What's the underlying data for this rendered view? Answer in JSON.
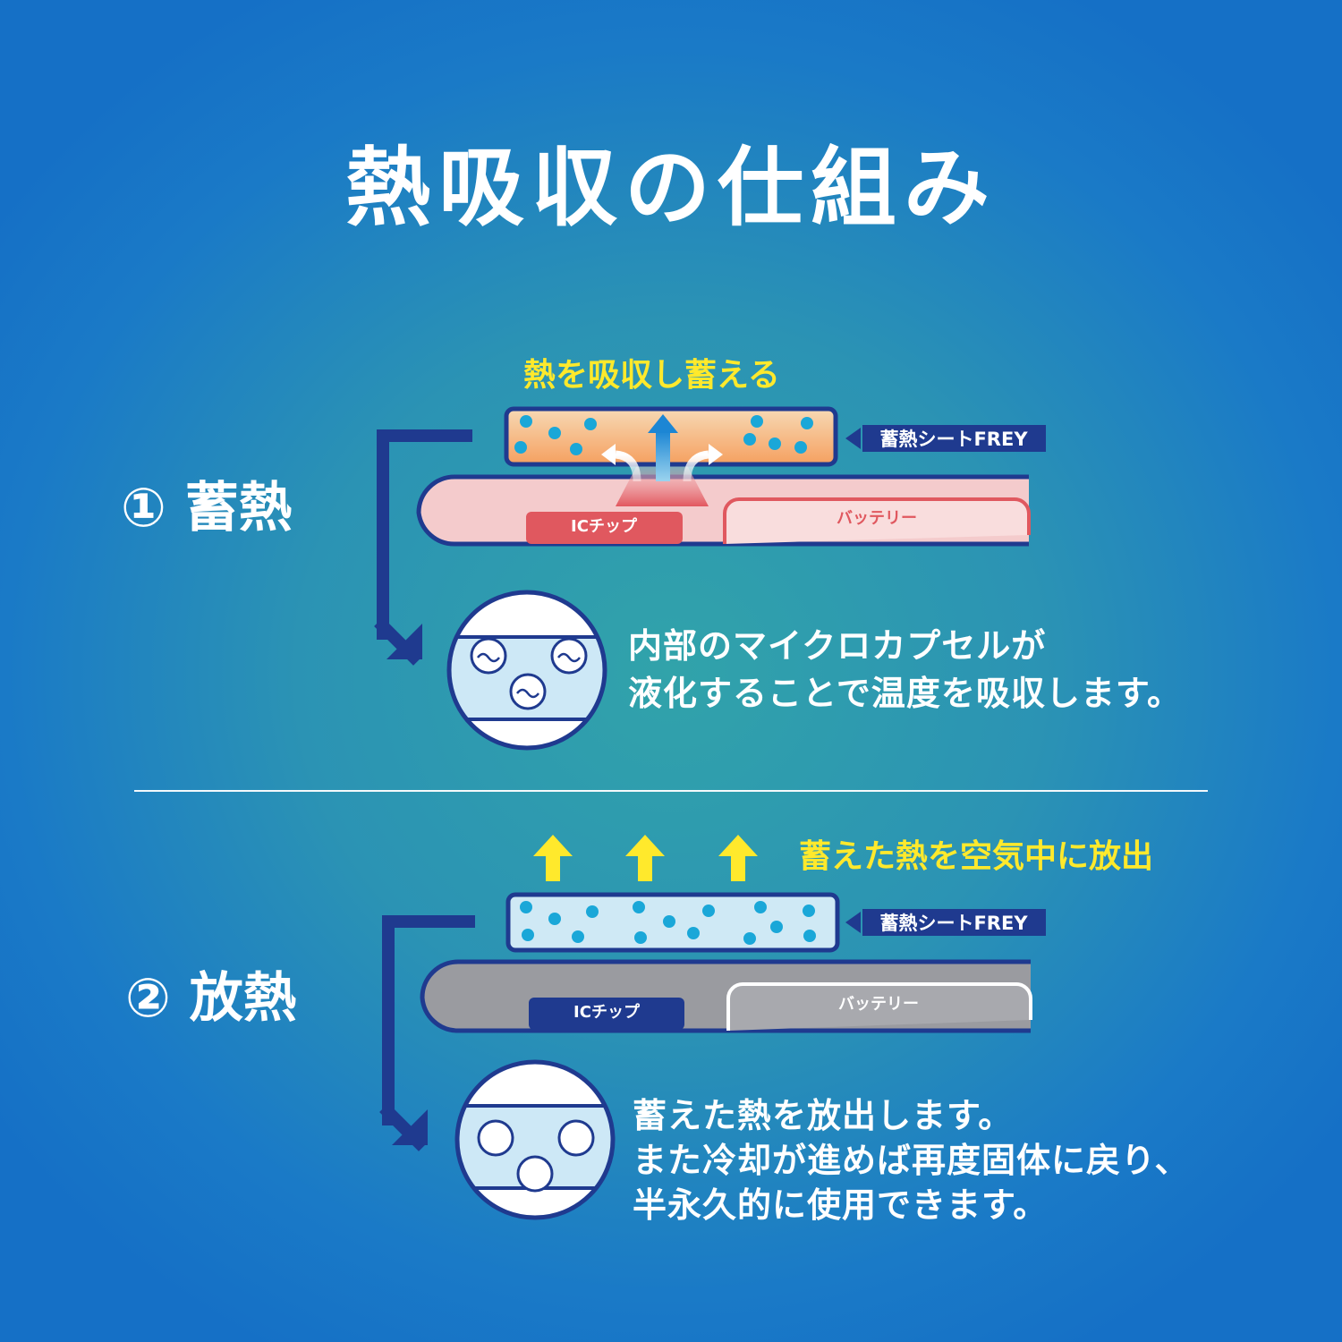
{
  "title": "熱吸収の仕組み",
  "colors": {
    "navy": "#1f3a8f",
    "yellow": "#ffe92c",
    "heat_pink": "#f4cbcc",
    "heat_red": "#e0585f",
    "cool_gray": "#9a9ba0",
    "capsule_blue": "#1aa7d8",
    "light_blue": "#cfe9f5"
  },
  "section1": {
    "label": "① 蓄熱",
    "caption": "熱を吸収し蓄える",
    "sheet_tag": "蓄熱シートFREY",
    "chip_label": "ICチップ",
    "battery_label": "バッテリー",
    "desc_lines": [
      "内部のマイクロカプセルが",
      "液化することで温度を吸収します。"
    ]
  },
  "section2": {
    "label": "② 放熱",
    "caption": "蓄えた熱を空気中に放出",
    "sheet_tag": "蓄熱シートFREY",
    "chip_label": "ICチップ",
    "battery_label": "バッテリー",
    "desc_lines": [
      "蓄えた熱を放出します。",
      "また冷却が進めば再度固体に戻り、",
      "半永久的に使用できます。"
    ]
  }
}
